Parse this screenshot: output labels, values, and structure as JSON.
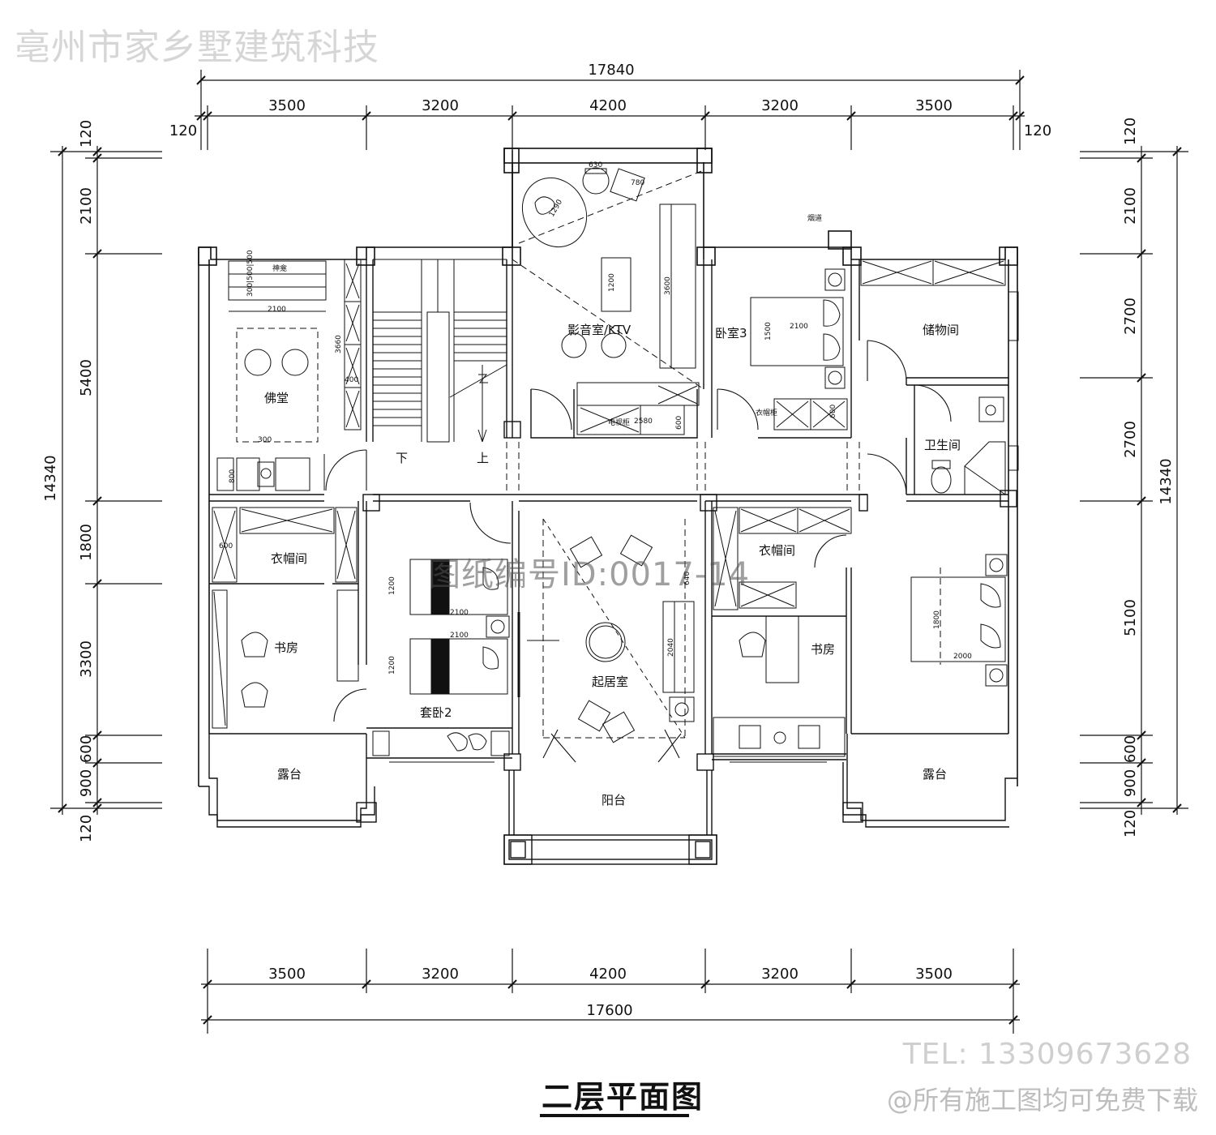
{
  "watermarks": {
    "company": "亳州市家乡墅建筑科技",
    "drawing_id": "图纸编号ID:0017-14",
    "phone": "TEL: 13309673628",
    "download": "@所有施工图均可免费下载"
  },
  "title": "二层平面图",
  "dimensions": {
    "top_total": "17840",
    "top_segments": [
      "3500",
      "3200",
      "4200",
      "3200",
      "3500"
    ],
    "top_side": [
      "120",
      "120"
    ],
    "bottom_segments": [
      "3500",
      "3200",
      "4200",
      "3200",
      "3500"
    ],
    "bottom_total": "17600",
    "left_total": "14340",
    "left_segments": [
      "120",
      "2100",
      "5400",
      "1800",
      "3300",
      "600",
      "900",
      "120"
    ],
    "right_total": "14340",
    "right_segments": [
      "120",
      "2100",
      "2700",
      "2700",
      "5100",
      "600",
      "900",
      "120"
    ]
  },
  "rooms": {
    "media": "影音室/KTV",
    "bedroom3": "卧室3",
    "storage": "储物间",
    "buddha": "佛堂",
    "shrine": "神龛",
    "bathroom": "卫生间",
    "closet_left": "衣帽间",
    "closet_right": "衣帽间",
    "study_left": "书房",
    "study_right": "书房",
    "suite2": "套卧2",
    "living": "起居室",
    "terrace_left": "露台",
    "terrace_right": "露台",
    "balcony": "阳台",
    "stair_down": "下",
    "stair_up": "上",
    "wardrobe_label": "衣帽柜",
    "cabinet_label": "电视柜",
    "chimney_label": "烟道"
  },
  "furniture_dims": {
    "shrine_w": "2100",
    "shrine_d": "300|500|500",
    "buddha_table_d": "3660",
    "buddha_side": "400",
    "buddha_small": "300",
    "buddha_low": "800",
    "media_table": "1200",
    "media_sofa": "3600",
    "media_cabinet": "2580",
    "media_cab_d": "600",
    "media_chair1": "630",
    "media_chair2": "780",
    "media_round": "1290",
    "bed3_len": "2100",
    "bed3_w": "1500",
    "wardrobe3_d": "600",
    "closet_left_d": "600",
    "bed_suite_len_a": "2100",
    "bed_suite_len_b": "2100",
    "bed_suite_w_a": "1200",
    "bed_suite_w_b": "1200",
    "living_sofa": "2040",
    "living_dim_small": "640",
    "bed_right_len": "2000",
    "bed_right_w": "1800"
  }
}
